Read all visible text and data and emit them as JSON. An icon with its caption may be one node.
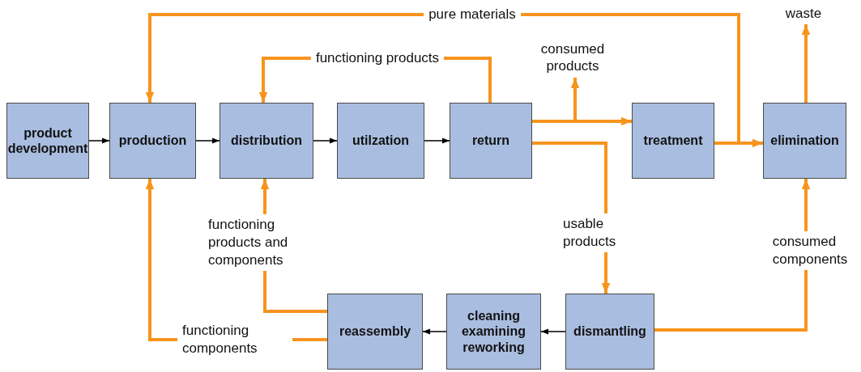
{
  "diagram": {
    "nodes": [
      {
        "text": [
          "product development"
        ]
      },
      {
        "text": [
          "production"
        ]
      },
      {
        "text": [
          "distribution"
        ]
      },
      {
        "text": [
          "utilzation"
        ]
      },
      {
        "text": [
          "return"
        ]
      },
      {
        "text": [
          "treatment"
        ]
      },
      {
        "text": [
          "elimination"
        ]
      },
      {
        "text": [
          "reassembly"
        ]
      },
      {
        "text": [
          "cleaning examining reworking"
        ]
      },
      {
        "text": [
          "dismantling"
        ]
      },
      {
        "text": [
          "consumed products"
        ]
      },
      {
        "text": [
          "waste"
        ]
      }
    ],
    "edges": [
      {
        "from": 0,
        "to": 1,
        "arrow": "to",
        "color": "#000000"
      },
      {
        "from": 1,
        "to": 2,
        "arrow": "to",
        "color": "#000000"
      },
      {
        "from": 2,
        "to": 3,
        "arrow": "to",
        "color": "#000000"
      },
      {
        "from": 3,
        "to": 4,
        "arrow": "to",
        "color": "#000000"
      },
      {
        "from": 4,
        "to": 5,
        "arrow": "to"
      },
      {
        "from": 4,
        "to": 10,
        "arrow": "to"
      },
      {
        "from": 5,
        "to": 6,
        "arrow": "to"
      },
      {
        "from": 5,
        "to": 1,
        "arrow": "to",
        "label": "pure materials"
      },
      {
        "from": 4,
        "to": 2,
        "arrow": "to",
        "label": "functioning products"
      },
      {
        "from": 6,
        "to": 11,
        "arrow": "to"
      },
      {
        "from": 4,
        "to": 9,
        "arrow": "to",
        "label": "usable products"
      },
      {
        "from": 9,
        "to": 6,
        "arrow": "to",
        "label": "consumed components"
      },
      {
        "from": 9,
        "to": 8,
        "arrow": "to",
        "color": "#000000"
      },
      {
        "from": 8,
        "to": 7,
        "arrow": "to",
        "color": "#000000"
      },
      {
        "from": 7,
        "to": 2,
        "arrow": "to",
        "label": "functioning products and components"
      },
      {
        "from": 7,
        "to": 1,
        "arrow": "to",
        "label": "functioning components"
      }
    ]
  }
}
